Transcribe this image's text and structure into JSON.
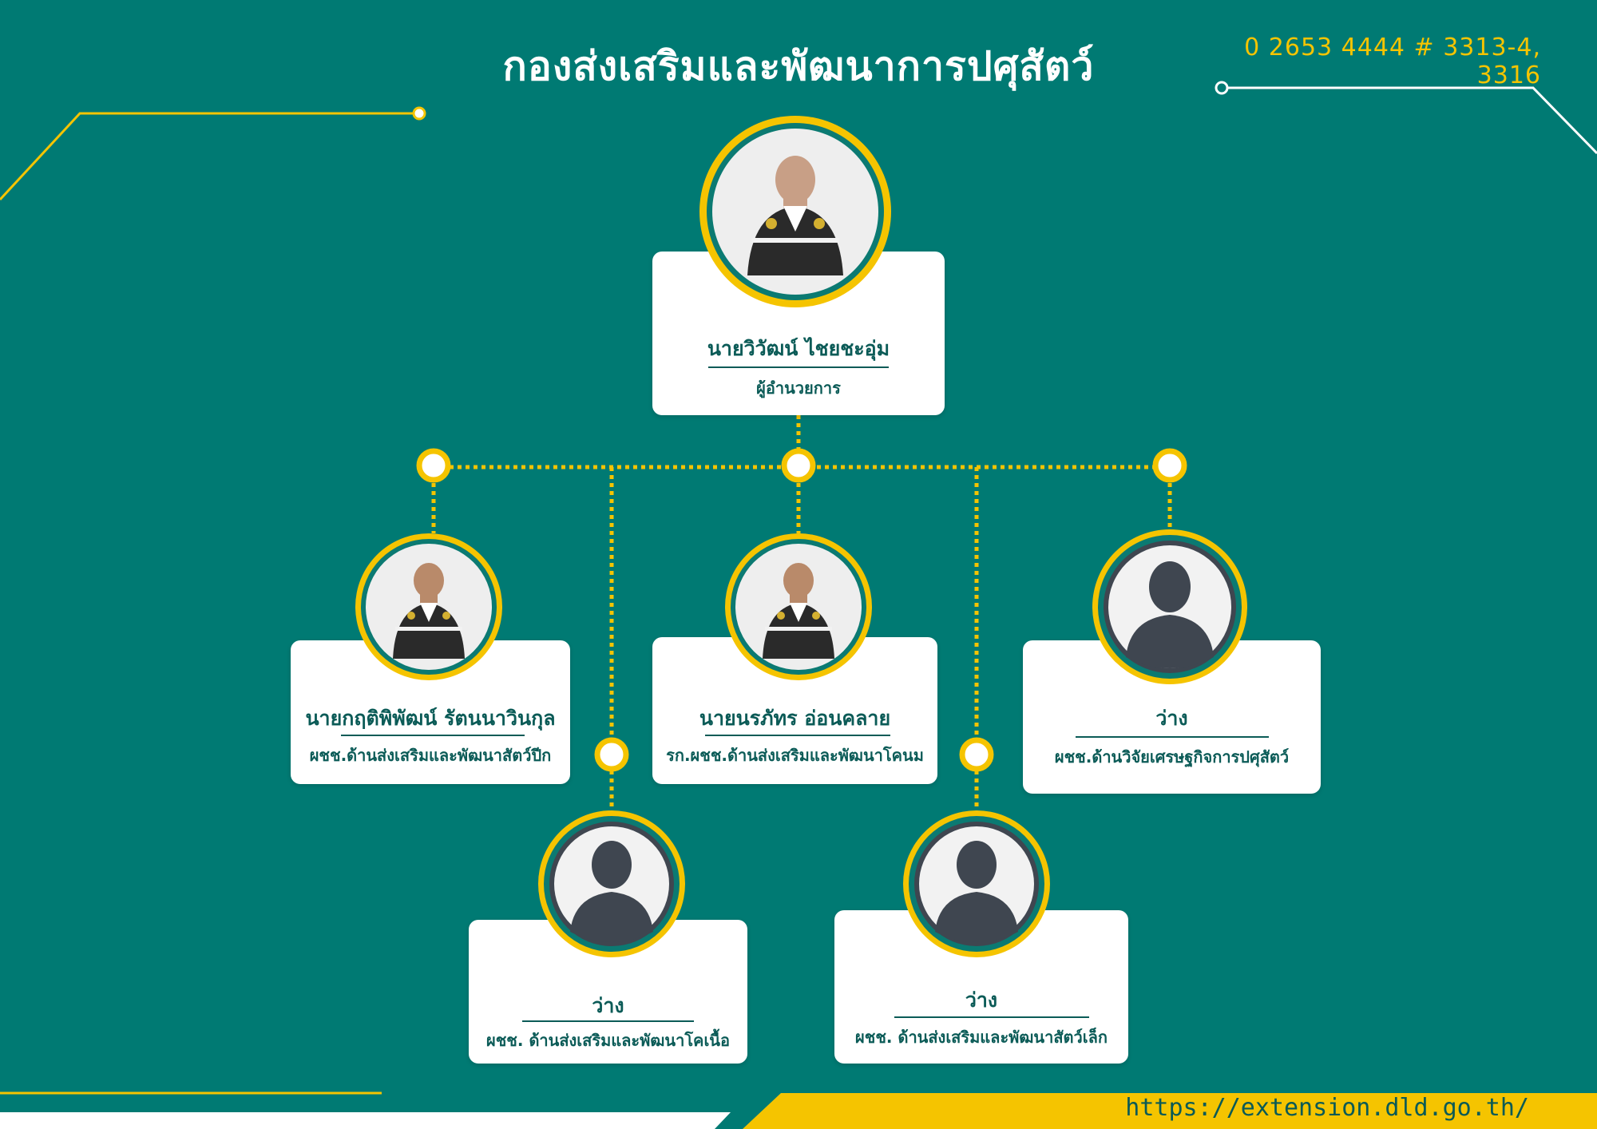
{
  "header": {
    "title": "กองส่งเสริมและพัฒนาการปศุสัตว์",
    "phone": "0 2653 4444 # 3313-4, 3316"
  },
  "footer": {
    "url": "https://extension.dld.go.th/"
  },
  "colors": {
    "background": "#007a73",
    "accent": "#f5c400",
    "card": "#ffffff",
    "text": "#0b5b57"
  },
  "org": {
    "director": {
      "name": "นายวิวัฒน์ ไชยชะอุ่ม",
      "role": "ผู้อำนวยการ",
      "photo": "person-photo"
    },
    "members": [
      {
        "name": "นายกฤติพิพัฒน์ รัตนนาวินกุล",
        "role": "ผชช.ด้านส่งเสริมและพัฒนาสัตว์ปีก",
        "photo": "person-photo"
      },
      {
        "name": "นายนรภัทร อ่อนคลาย",
        "role": "รก.ผชช.ด้านส่งเสริมและพัฒนาโคนม",
        "photo": "person-photo"
      },
      {
        "name": "ว่าง",
        "role": "ผชช.ด้านวิจัยเศรษฐกิจการปศุสัตว์",
        "photo": "avatar-placeholder-icon"
      },
      {
        "name": "ว่าง",
        "role": "ผชช. ด้านส่งเสริมและพัฒนาโคเนื้อ",
        "photo": "avatar-placeholder-icon"
      },
      {
        "name": "ว่าง",
        "role": "ผชช. ด้านส่งเสริมและพัฒนาสัตว์เล็ก",
        "photo": "avatar-placeholder-icon"
      }
    ]
  }
}
